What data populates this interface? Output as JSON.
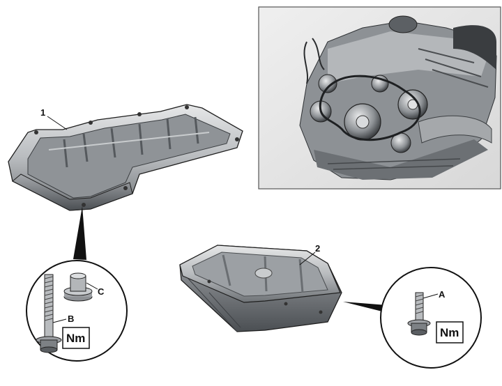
{
  "labels": {
    "part_1": "1",
    "part_2": "2",
    "callout_a": "A",
    "callout_b": "B",
    "callout_c": "C"
  },
  "torque_symbol": "Nm",
  "colors": {
    "line": "#111111",
    "metal_light": "#d4d6d8",
    "metal_mid": "#9a9da1",
    "metal_dark": "#4e5256",
    "photo_bg": "#e3e3e3"
  },
  "icons": {
    "engine_photo": "engine-photo",
    "upper_oil_pan": "upper-oil-pan",
    "lower_oil_pan": "lower-oil-pan",
    "long_bolt": "long-bolt-icon",
    "sleeve": "sleeve-icon",
    "short_bolt": "short-bolt-icon"
  }
}
